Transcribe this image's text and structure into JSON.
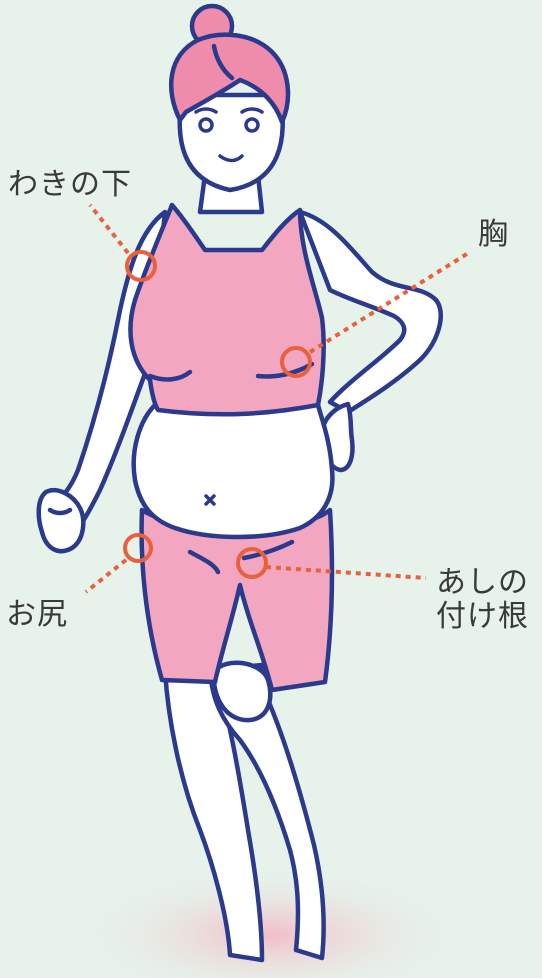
{
  "labels": {
    "armpit": "わきの下",
    "chest": "胸",
    "buttocks": "お尻",
    "groin_line1": "あしの",
    "groin_line2": "付け根"
  },
  "colors": {
    "background": "#e6f2ea",
    "clothing": "#f3a6bf",
    "hair": "#f08cab",
    "outline": "#2b3a8c",
    "marker": "#e8613c",
    "text": "#3a3a3a"
  }
}
